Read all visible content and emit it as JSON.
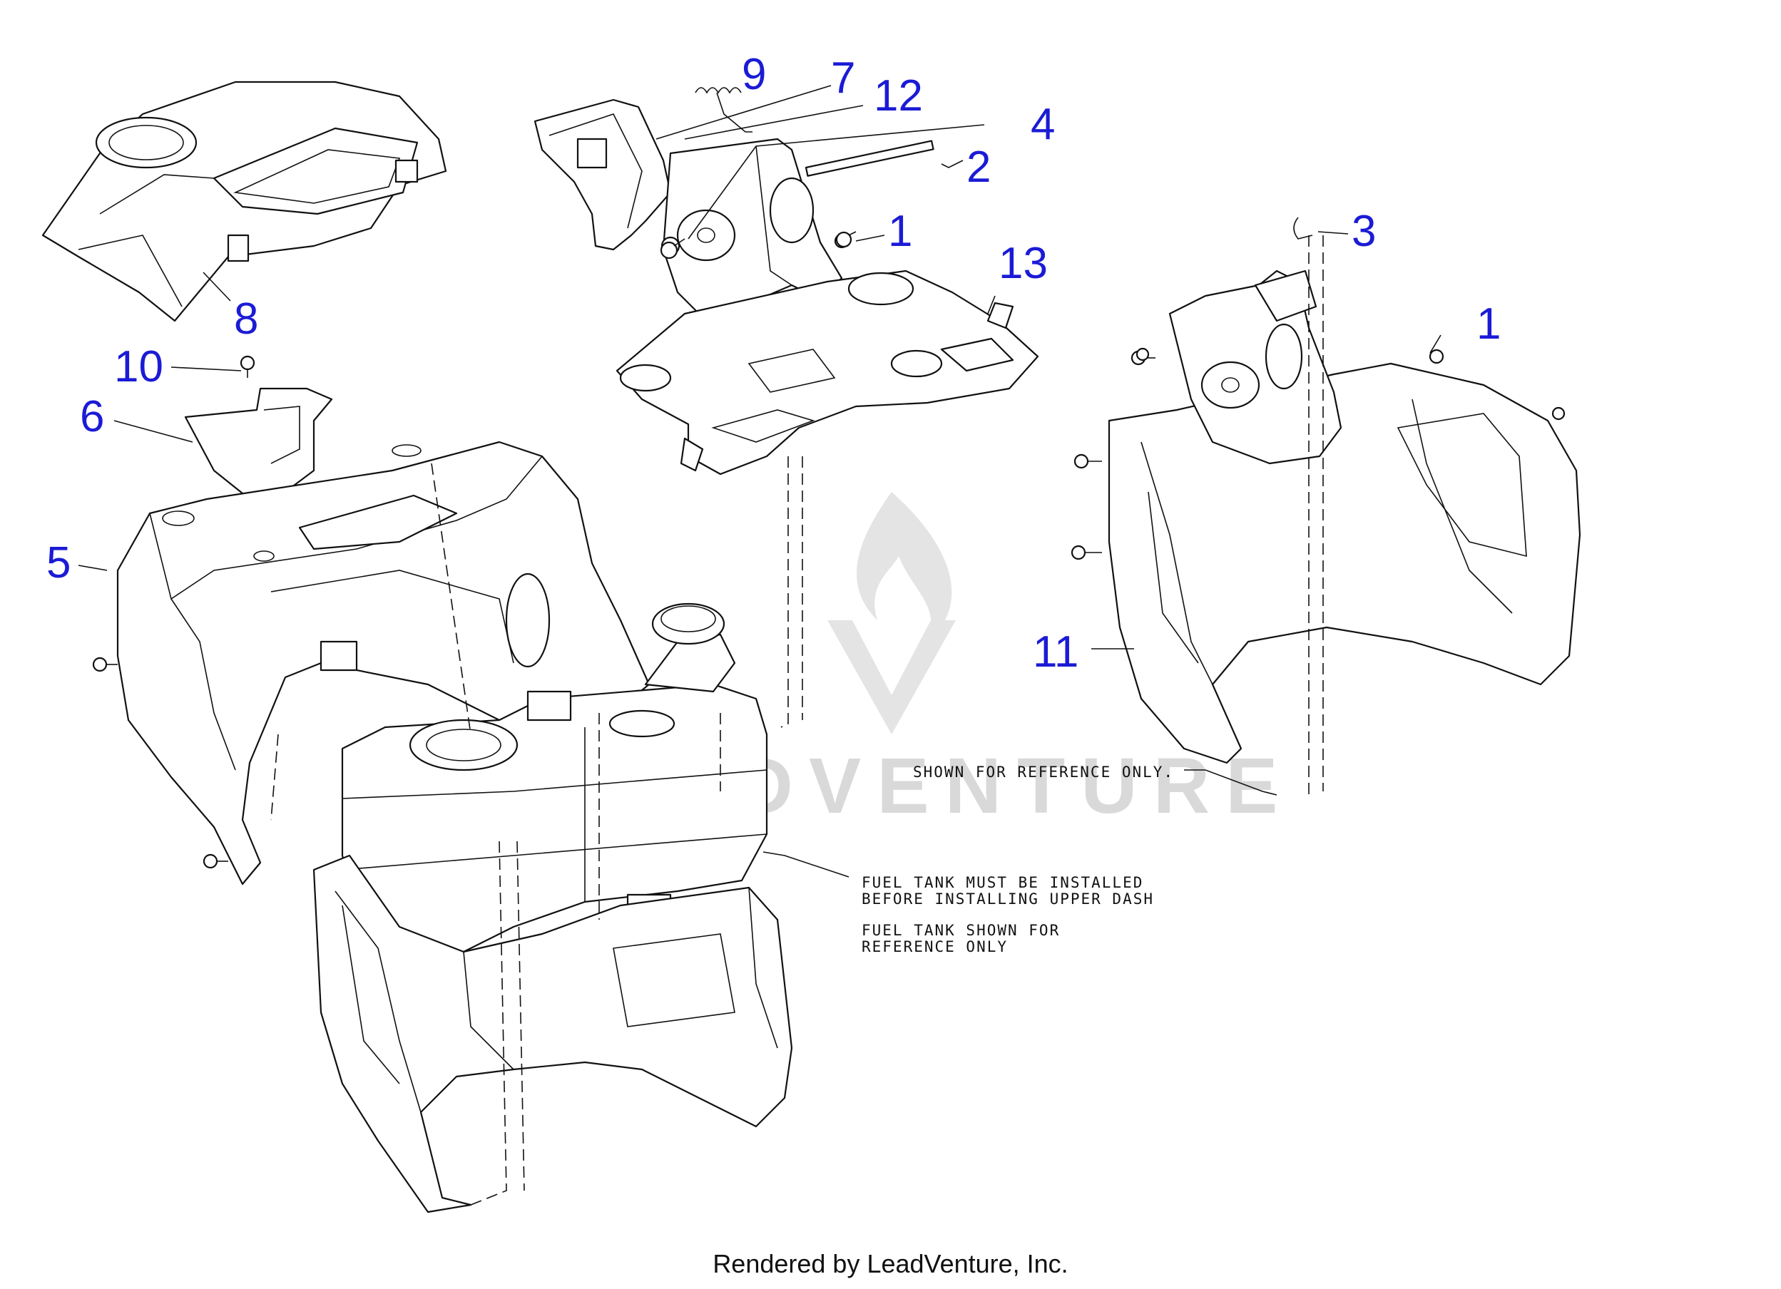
{
  "callouts": [
    {
      "label": "1"
    },
    {
      "label": "1"
    },
    {
      "label": "2"
    },
    {
      "label": "3"
    },
    {
      "label": "4"
    },
    {
      "label": "5"
    },
    {
      "label": "6"
    },
    {
      "label": "7"
    },
    {
      "label": "8"
    },
    {
      "label": "9"
    },
    {
      "label": "10"
    },
    {
      "label": "11"
    },
    {
      "label": "12"
    },
    {
      "label": "13"
    }
  ],
  "notes": {
    "reference_only": "SHOWN FOR REFERENCE ONLY.",
    "fuel_tank_line1": "FUEL TANK MUST BE INSTALLED",
    "fuel_tank_line2": "BEFORE INSTALLING UPPER DASH",
    "fuel_tank_ref_line1": "FUEL TANK SHOWN FOR",
    "fuel_tank_ref_line2": "REFERENCE ONLY"
  },
  "watermark": {
    "text": "LEADVENTURE"
  },
  "footer": {
    "text": "Rendered by LeadVenture, Inc."
  },
  "colors": {
    "callout": "#1b1bd6",
    "line": "#111111",
    "watermark": "#d9d9d9"
  }
}
